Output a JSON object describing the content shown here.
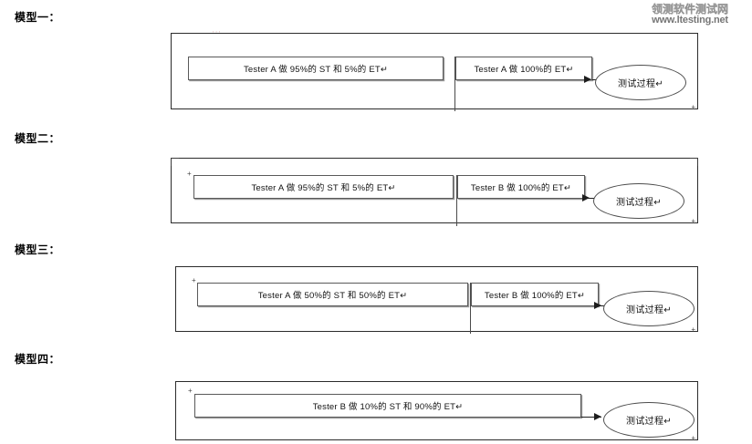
{
  "watermark": {
    "cn_text": "领测软件测试网",
    "en_text": "www.ltesting.net",
    "color": "#6e6e6e"
  },
  "models": [
    {
      "label": "模型一：",
      "boxes": [
        {
          "text": "Tester A  做 95%的 ST 和 5%的 ET↵"
        },
        {
          "text": "Tester A 做 100%的 ET↵"
        }
      ],
      "ellipse": {
        "text": "测试过程↵"
      }
    },
    {
      "label": "模型二：",
      "boxes": [
        {
          "text": "Tester A  做 95%的 ST 和 5%的 ET↵"
        },
        {
          "text": "Tester B 做 100%的 ET↵"
        }
      ],
      "ellipse": {
        "text": "测试过程↵"
      }
    },
    {
      "label": "模型三：",
      "boxes": [
        {
          "text": "Tester A  做 50%的 ST 和 50%的 ET↵"
        },
        {
          "text": "Tester B 做 100%的 ET↵"
        }
      ],
      "ellipse": {
        "text": "测试过程↵"
      }
    },
    {
      "label": "模型四：",
      "boxes": [
        {
          "text": "Tester B  做 10%的 ST 和 90%的 ET↵"
        }
      ],
      "ellipse": {
        "text": "测试过程↵"
      }
    }
  ],
  "artifacts": {
    "smudge": "'''",
    "anchor": "+"
  }
}
